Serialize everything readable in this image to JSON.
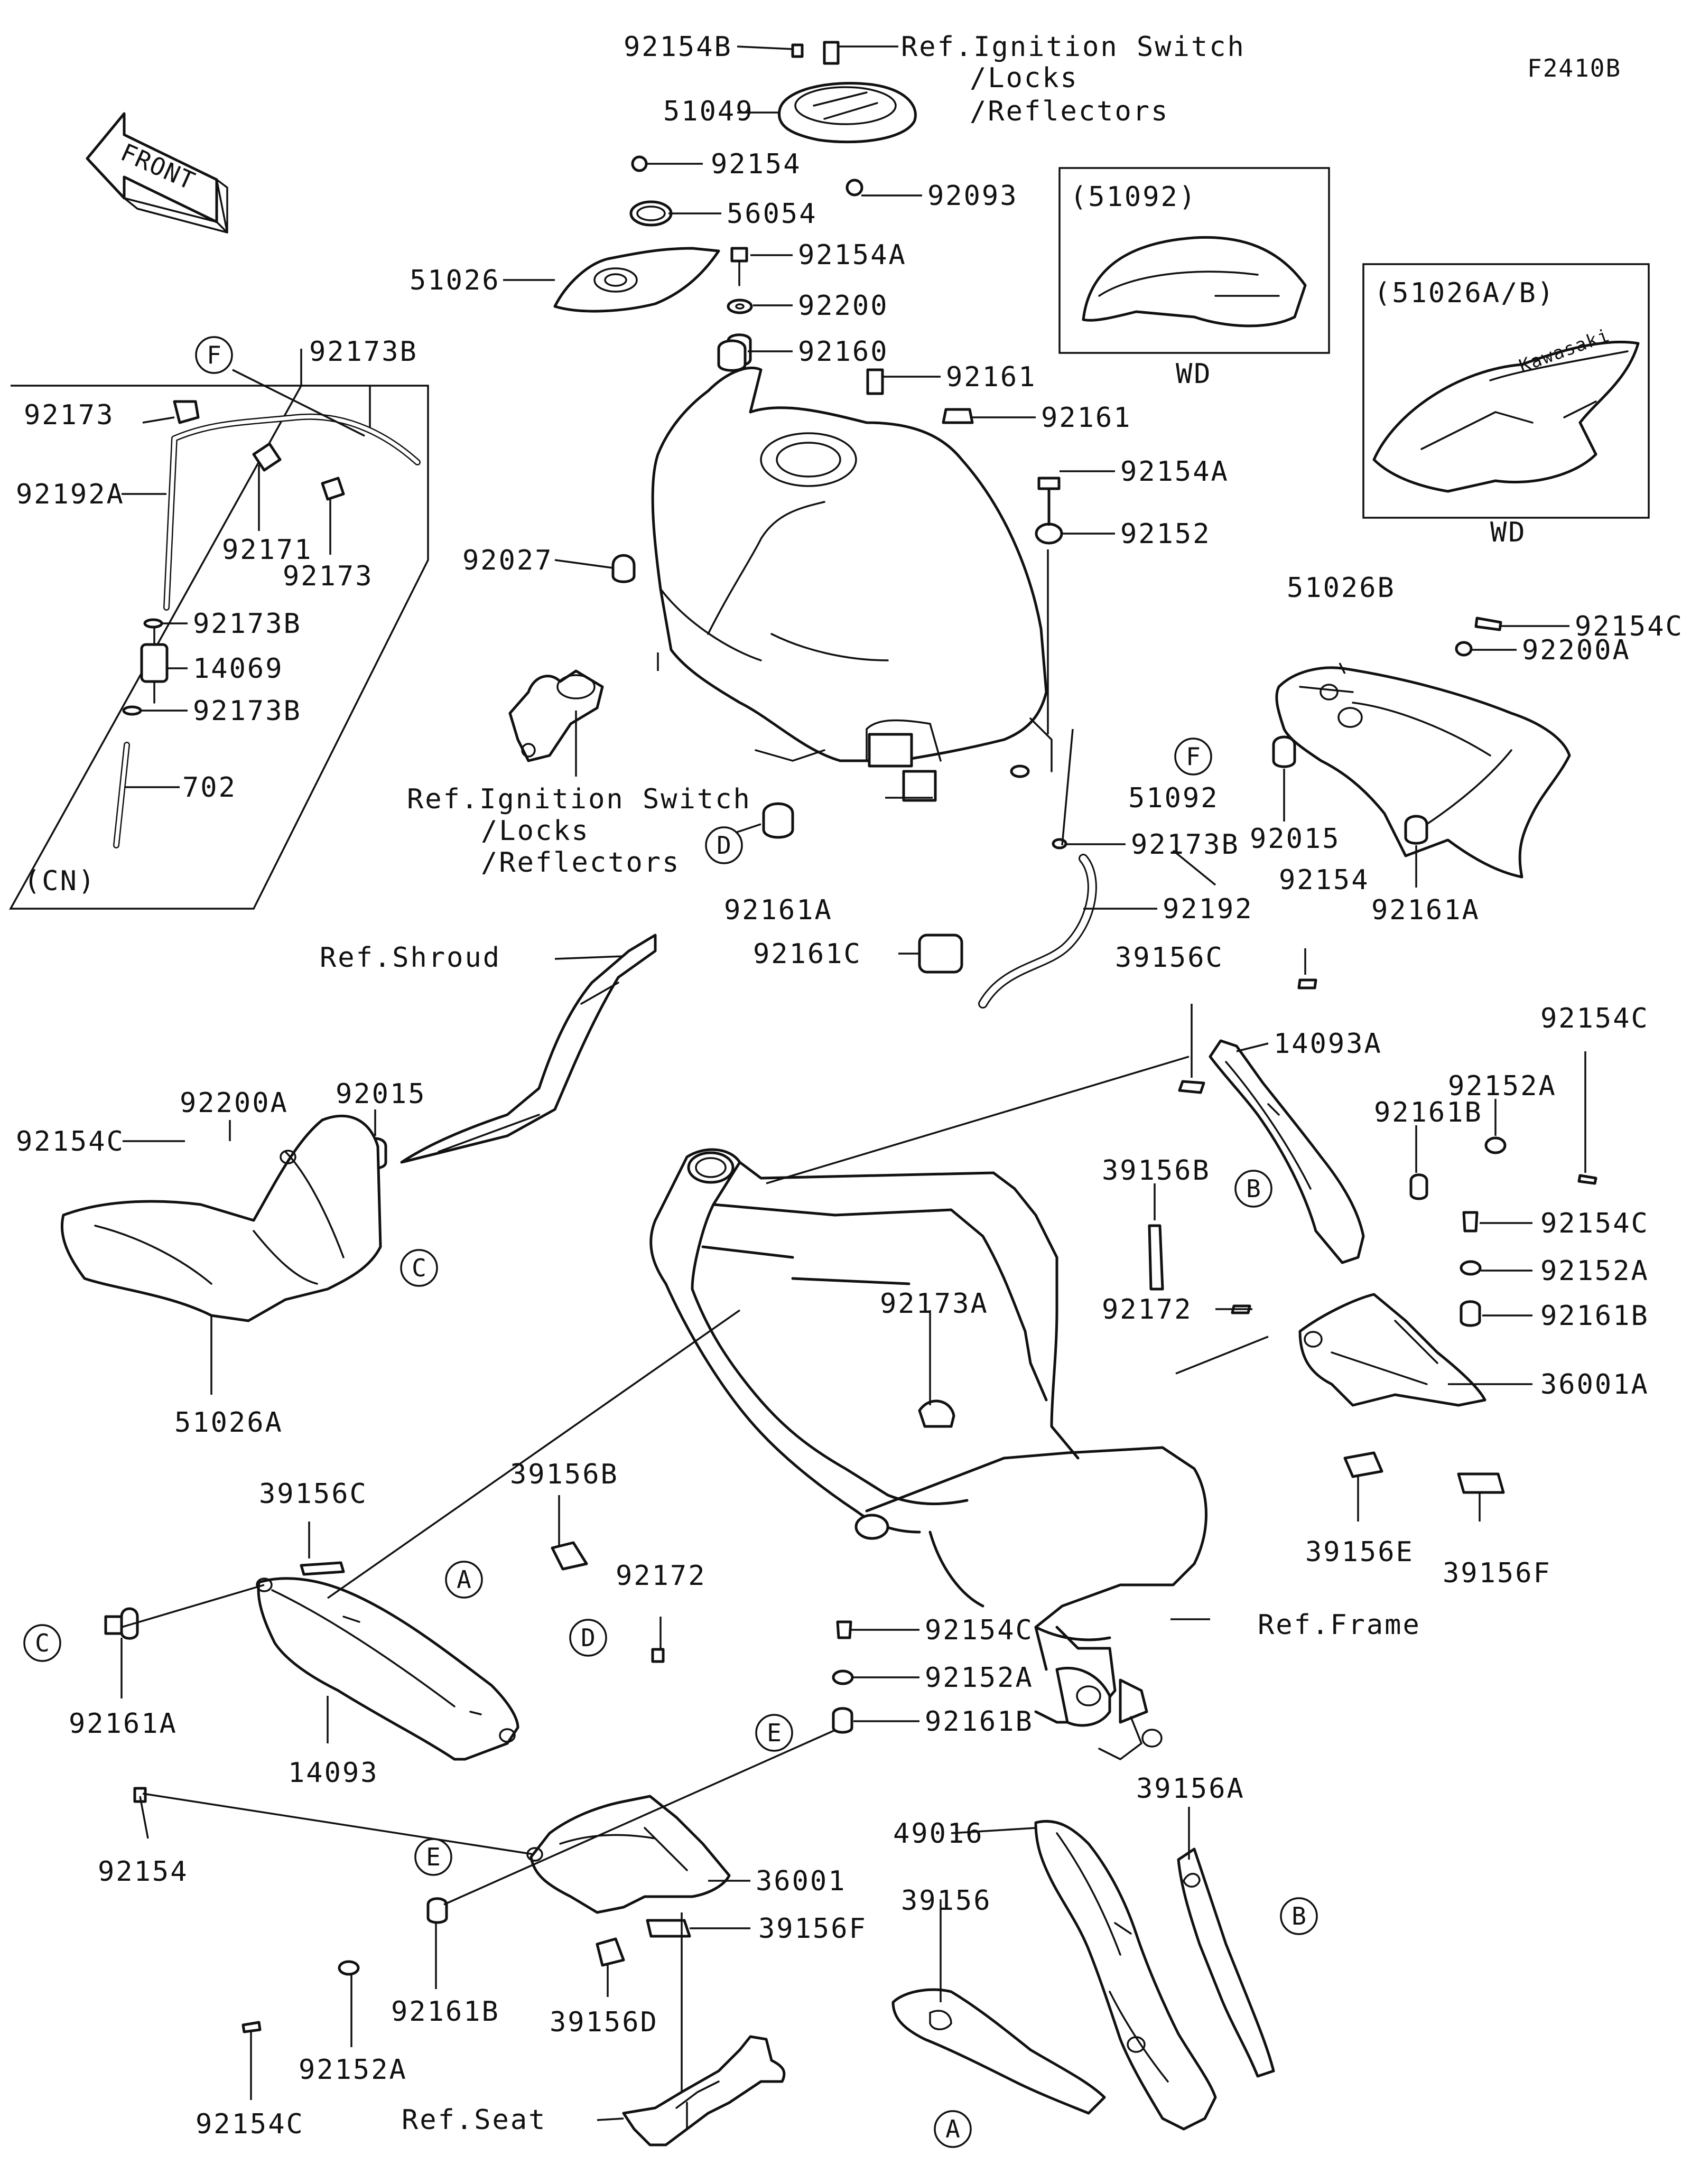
{
  "diagram_code": "F2410B",
  "front_arrow_label": "FRONT",
  "ref": {
    "ignition_top": [
      "Ref.Ignition Switch",
      "/Locks",
      "/Reflectors"
    ],
    "ignition_left": [
      "Ref.Ignition Switch",
      "/Locks",
      "/Reflectors"
    ],
    "shroud": "Ref.Shroud",
    "frame": "Ref.Frame",
    "seat": "Ref.Seat"
  },
  "inset_cn": {
    "tag": "(CN)"
  },
  "inset_51092": {
    "title": "(51092)",
    "note": "WD"
  },
  "inset_51026ab": {
    "title": "(51026A/B)",
    "note": "WD",
    "brand": "Kawasaki"
  },
  "circles": {
    "A": "A",
    "B": "B",
    "C": "C",
    "D": "D",
    "E": "E",
    "F": "F"
  },
  "parts": {
    "p92154B": "92154B",
    "p51049": "51049",
    "p92093": "92093",
    "p92154_top": "92154",
    "p56054": "56054",
    "p51026": "51026",
    "p92154A_top": "92154A",
    "p92200": "92200",
    "p92160": "92160",
    "p92161_a": "92161",
    "p92161_b": "92161",
    "p92154A_mid": "92154A",
    "p92152": "92152",
    "p92027": "92027",
    "p92173B_f": "92173B",
    "p92173": "92173",
    "p92192A": "92192A",
    "p92171": "92171",
    "p92173_b": "92173",
    "p92173B_1": "92173B",
    "p14069": "14069",
    "p92173B_2": "92173B",
    "p702": "702",
    "p51092": "51092",
    "p92173B_r": "92173B",
    "p92161A_d": "92161A",
    "p92192": "92192",
    "p92161C": "92161C",
    "p51026B": "51026B",
    "p92154C_r1": "92154C",
    "p92200A_r": "92200A",
    "p92015_r": "92015",
    "p92161A_r": "92161A",
    "p92154_r": "92154",
    "p39156C_r": "39156C",
    "p14093A": "14093A",
    "p92154C_r2": "92154C",
    "p92152A_r1": "92152A",
    "p92161B_r1": "92161B",
    "p39156B_r": "39156B",
    "p92154C_r3": "92154C",
    "p92152A_r2": "92152A",
    "p92172_r": "92172",
    "p92161B_r2": "92161B",
    "p36001A": "36001A",
    "p39156E": "39156E",
    "p39156F_r": "39156F",
    "p92200A_l": "92200A",
    "p92015_l": "92015",
    "p92154C_l": "92154C",
    "p51026A": "51026A",
    "p92173A": "92173A",
    "p39156C_l": "39156C",
    "p39156B_l": "39156B",
    "p92172_l": "92172",
    "p92161A_l": "92161A",
    "p14093": "14093",
    "p92154_l": "92154",
    "p92154C_m": "92154C",
    "p92152A_m": "92152A",
    "p92161B_m": "92161B",
    "p36001": "36001",
    "p39156F_m": "39156F",
    "p39156D": "39156D",
    "p92161B_b": "92161B",
    "p92152A_b": "92152A",
    "p92154C_b": "92154C",
    "p49016": "49016",
    "p39156A": "39156A",
    "p39156": "39156"
  }
}
